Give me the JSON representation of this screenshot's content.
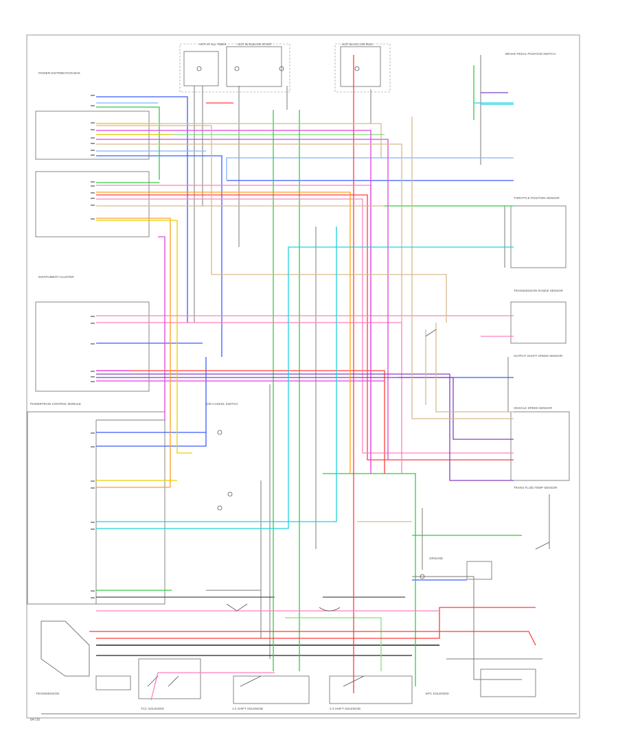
{
  "diagram": {
    "colors": {
      "blue": "#3b5bff",
      "light_blue": "#7fb2ff",
      "green": "#2ecc40",
      "light_green": "#7fe07f",
      "red": "#ff3b3b",
      "pink": "#ff7fbf",
      "magenta": "#e040e0",
      "purple": "#8040c0",
      "orange": "#ff9f1a",
      "yellow": "#e8d000",
      "tan": "#d6b98c",
      "cyan": "#19d3e0",
      "gray": "#808080",
      "black": "#222222"
    },
    "texts": {
      "top_fuse_1": "HOT AT ALL TIMES",
      "top_fuse_2": "HOT IN RUN OR START",
      "top_fuse_3": "HOT IN ACC OR RUN",
      "power_dist": "POWER DISTRIBUTION BOX",
      "pcm_block": "POWERTRAIN CONTROL MODULE",
      "transmission": "TRANSMISSION",
      "tcc_solenoid": "TCC SOLENOID",
      "shift_sol_1": "1-2 SHIFT SOLENOID",
      "shift_sol_2": "2-3 SHIFT SOLENOID",
      "epc": "EPC SOLENOID",
      "tr_sensor": "TRANSMISSION RANGE SENSOR",
      "oss": "OUTPUT SHAFT SPEED SENSOR",
      "vss": "VEHICLE SPEED SENSOR",
      "tft": "TRANS FLUID TEMP SENSOR",
      "brake_switch": "BRAKE PEDAL POSITION SWITCH",
      "od_switch": "O/D CANCEL SWITCH",
      "ground": "GROUND",
      "ic": "INSTRUMENT CLUSTER",
      "tps": "THROTTLE POSITION SENSOR",
      "footer": "84728"
    }
  }
}
